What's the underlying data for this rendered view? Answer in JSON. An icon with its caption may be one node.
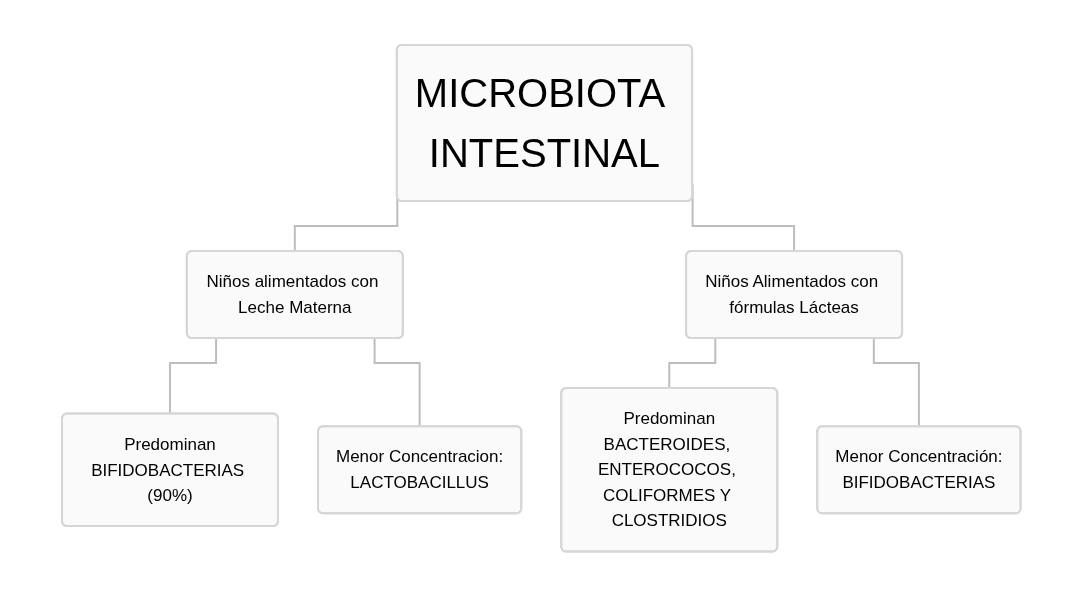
{
  "diagram": {
    "nodes": [
      {
        "text": [
          "MICROBIOTA INTESTINAL"
        ]
      },
      {
        "text": [
          "Niños alimentados con Leche Materna"
        ]
      },
      {
        "text": [
          "Niños Alimentados con fórmulas Lácteas"
        ]
      },
      {
        "text": [
          "Predominan",
          "BIFIDOBACTERIAS (90%)"
        ]
      },
      {
        "text": [
          "Menor Concentracion:",
          "LACTOBACILLUS"
        ]
      },
      {
        "text": [
          "Predominan",
          "BACTEROIDES, ENTEROCOCOS, COLIFORMES Y CLOSTRIDIOS"
        ]
      },
      {
        "text": [
          "Menor Concentración:",
          "BIFIDOBACTERIAS"
        ]
      }
    ],
    "edges": [
      {
        "from": 0,
        "to": 1,
        "arrow": "none"
      },
      {
        "from": 0,
        "to": 2,
        "arrow": "none"
      },
      {
        "from": 1,
        "to": 3,
        "arrow": "none"
      },
      {
        "from": 1,
        "to": 4,
        "arrow": "none"
      },
      {
        "from": 2,
        "to": 5,
        "arrow": "none"
      },
      {
        "from": 2,
        "to": 6,
        "arrow": "none"
      }
    ]
  }
}
